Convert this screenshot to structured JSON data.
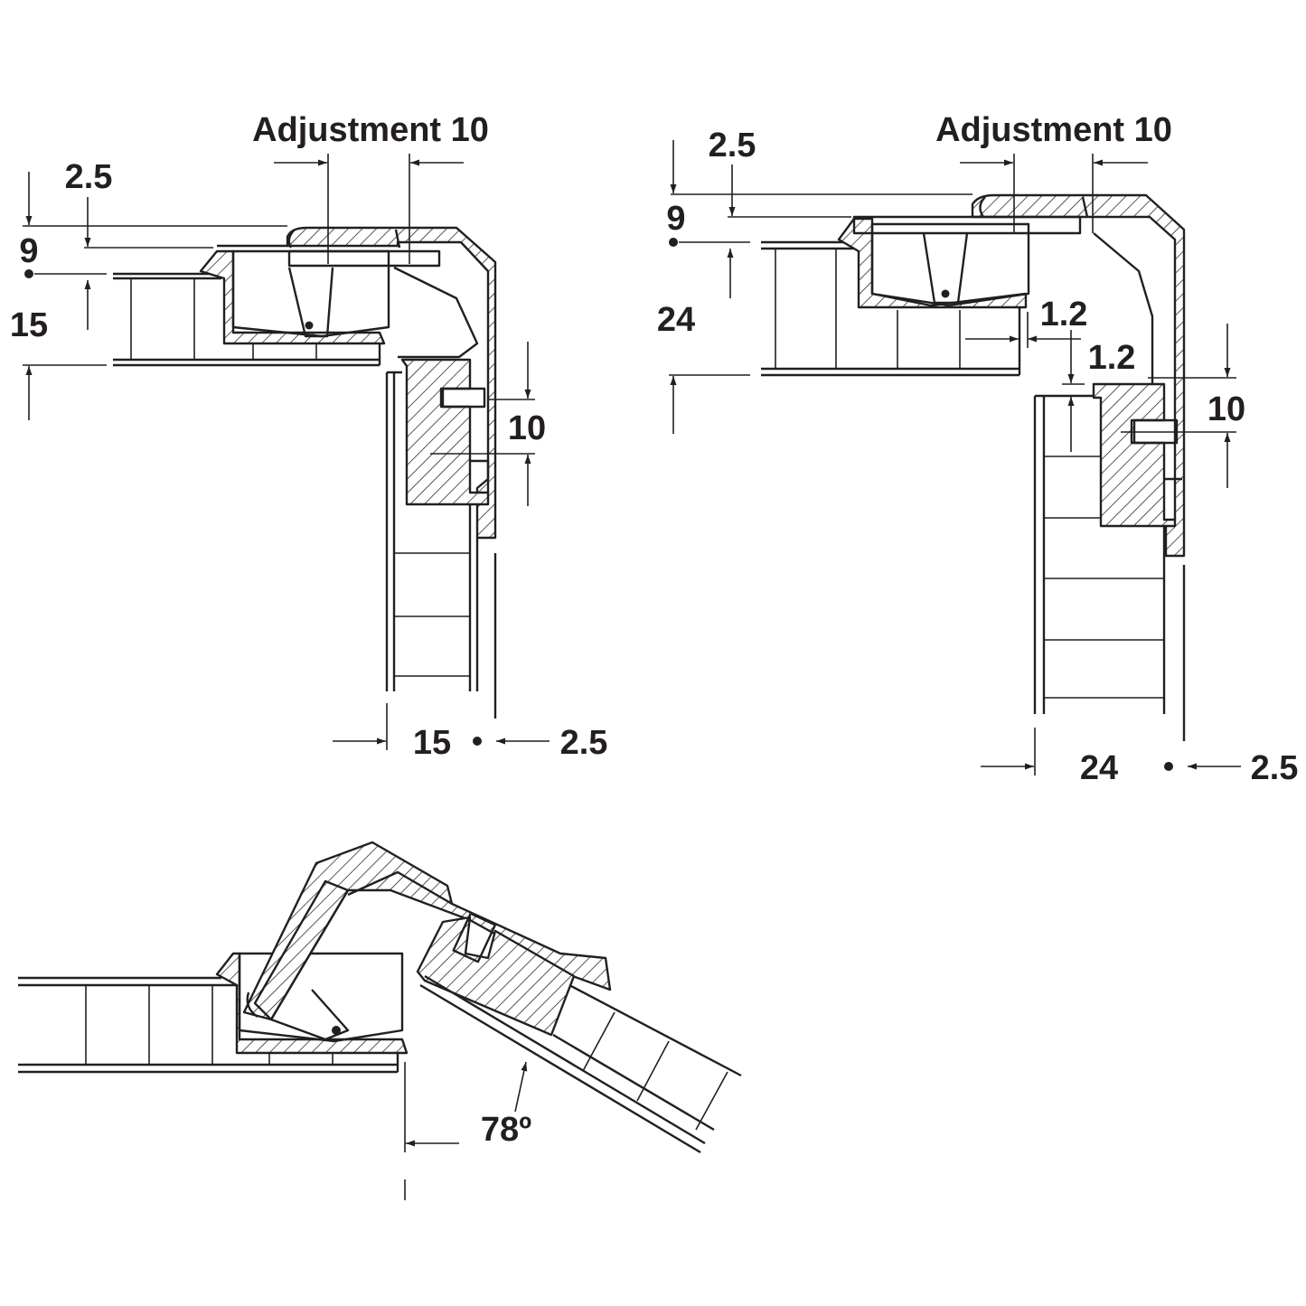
{
  "colors": {
    "line": "#231f20",
    "background": "#ffffff"
  },
  "diagrams": [
    {
      "name": "hinge-15mm",
      "labels": {
        "adjustment": "Adjustment 10",
        "overlay_top": "2.5",
        "depth": "9",
        "panel": "15",
        "drill_depth": "10",
        "door_thickness": "15",
        "overlay_side": "2.5"
      }
    },
    {
      "name": "hinge-24mm",
      "labels": {
        "adjustment": "Adjustment 10",
        "overlay_top": "2.5",
        "depth": "9",
        "panel": "24",
        "gap_horizontal": "1.2",
        "gap_vertical": "1.2",
        "drill_depth": "10",
        "door_thickness": "24",
        "overlay_side": "2.5"
      }
    },
    {
      "name": "hinge-open",
      "labels": {
        "angle": "78º"
      }
    }
  ]
}
